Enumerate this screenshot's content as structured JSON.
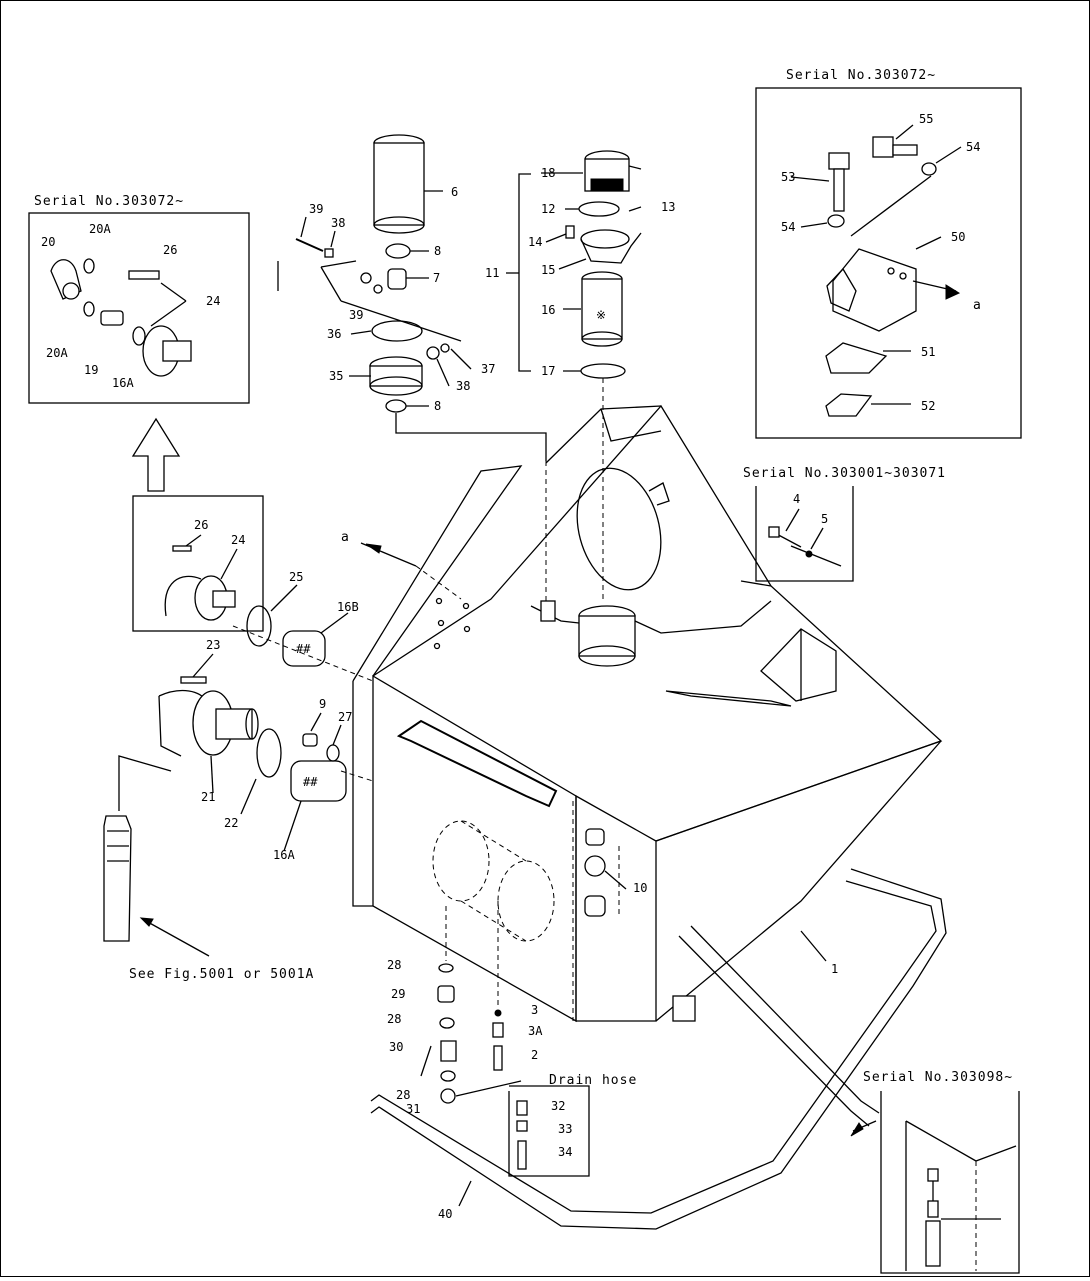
{
  "serials": {
    "top_right": "Serial  No.303072~",
    "top_left": "Serial  No.303072~",
    "mid_right": "Serial  No.303001~303071",
    "bottom_right": "Serial  No.303098~"
  },
  "notes": {
    "see_fig": "See Fig.5001 or 5001A",
    "drain_hose": "Drain hose",
    "arrow_a1": "a",
    "arrow_a2": "a"
  },
  "part_labels": {
    "p1": "1",
    "p2": "2",
    "p3": "3",
    "p3a": "3A",
    "p4": "4",
    "p5": "5",
    "p6": "6",
    "p7": "7",
    "p8a": "8",
    "p8b": "8",
    "p9": "9",
    "p10": "10",
    "p11": "11",
    "p12": "12",
    "p13": "13",
    "p14": "14",
    "p15": "15",
    "p16": "16",
    "p16a": "16A",
    "p16b": "16B",
    "p16a_inset": "16A",
    "p17": "17",
    "p18": "18",
    "p19": "19",
    "p20": "20",
    "p20a_top": "20A",
    "p20a_bot": "20A",
    "p21": "21",
    "p22": "22",
    "p23": "23",
    "p24_inset": "24",
    "p24_mid": "24",
    "p25": "25",
    "p26_inset": "26",
    "p26_mid": "26",
    "p27": "27",
    "p28a": "28",
    "p28b": "28",
    "p28c": "28",
    "p29": "29",
    "p30": "30",
    "p31": "31",
    "p32": "32",
    "p33": "33",
    "p34": "34",
    "p35": "35",
    "p36": "36",
    "p37": "37",
    "p38a": "38",
    "p38b": "38",
    "p39a": "39",
    "p39b": "39",
    "p40": "40",
    "p50": "50",
    "p51": "51",
    "p52": "52",
    "p53": "53",
    "p54a": "54",
    "p54b": "54",
    "p55": "55"
  }
}
